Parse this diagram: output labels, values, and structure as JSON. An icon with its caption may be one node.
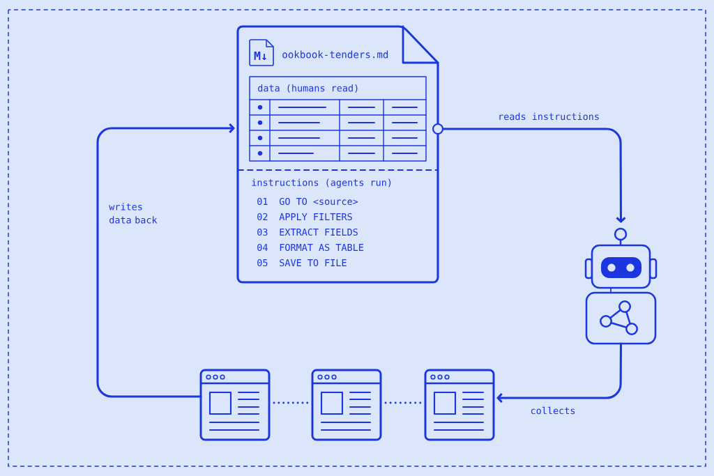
{
  "diagram": {
    "nodes": [
      {
        "text": [
          "ookbook-tenders.md",
          "instructions (agents run)",
          "01",
          "GO TO <source>",
          "02",
          "APPLY FILTERS",
          "03",
          "EXTRACT FIELDS",
          "04",
          "FORMAT AS TABLE",
          "05",
          "SAVE TO FILE"
        ]
      },
      {
        "text": [
          "M↓"
        ],
        "in": 0
      },
      {
        "text": [
          "data (humans read)"
        ],
        "in": 0
      },
      {
        "text": [],
        "shape": "picture"
      },
      {
        "text": [],
        "shape": "picture"
      },
      {
        "text": [],
        "shape": "picture"
      },
      {
        "text": [],
        "shape": "picture"
      }
    ],
    "edges": [
      {
        "from": 0,
        "to": 3,
        "arrow": "to",
        "label": "reads instructions"
      },
      {
        "from": 3,
        "to": 6,
        "arrow": "to",
        "label": "collects"
      },
      {
        "from": 4,
        "to": 0,
        "arrow": "to",
        "label": "writes data back"
      },
      {
        "from": 4,
        "to": 5,
        "arrow": "none",
        "style": "dashed"
      },
      {
        "from": 5,
        "to": 6,
        "arrow": "none",
        "style": "dashed"
      }
    ]
  }
}
